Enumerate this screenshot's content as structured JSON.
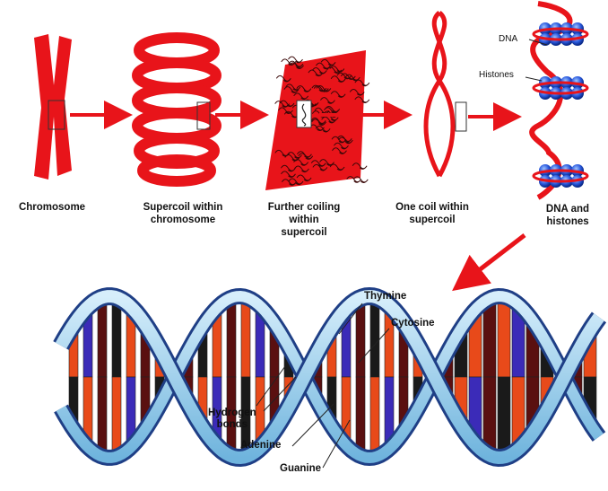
{
  "stages": [
    {
      "label_lines": [
        "Chromosome"
      ]
    },
    {
      "label_lines": [
        "Supercoil within",
        "chromosome"
      ]
    },
    {
      "label_lines": [
        "Further coiling",
        "within",
        "supercoil"
      ]
    },
    {
      "label_lines": [
        "One coil within",
        "supercoil"
      ]
    },
    {
      "label_lines": [
        "DNA and",
        "histones"
      ]
    }
  ],
  "nucleosome_labels": {
    "dna": "DNA",
    "histones": "Histones"
  },
  "helix_labels": {
    "thymine": "Thymine",
    "cytosine": "Cytosine",
    "hydrogen_bonds": [
      "Hydrogen",
      "bonds"
    ],
    "adenine": "Adenine",
    "guanine": "Guanine"
  },
  "colors": {
    "chromatin_red": "#e8141a",
    "backbone_blue": "#9fd4ee",
    "backbone_dark": "#1f3f86",
    "thymine": "#e84a1a",
    "cytosine": "#3b2bb8",
    "adenine": "#5a1010",
    "guanine": "#1a1a1a",
    "histone_blue": "#2a5adf"
  }
}
